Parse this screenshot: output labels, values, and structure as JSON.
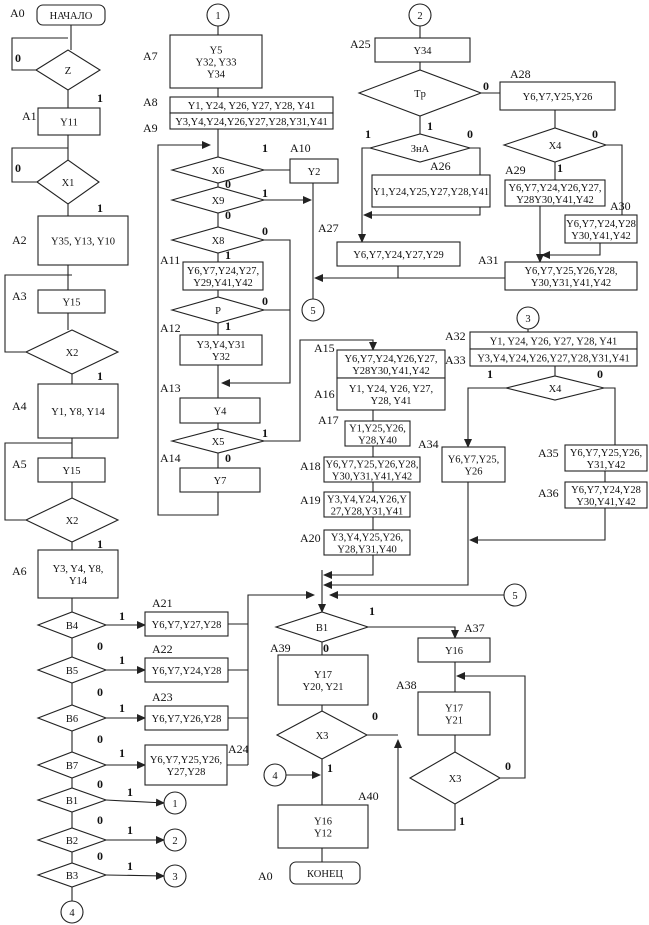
{
  "blocks": {
    "A0s": {
      "tag": "A0",
      "lines": [
        "НАЧАЛО"
      ]
    },
    "A1": {
      "tag": "A1",
      "lines": [
        "Y11"
      ]
    },
    "A2": {
      "tag": "A2",
      "lines": [
        "Y35, Y13, Y10"
      ]
    },
    "A3": {
      "tag": "A3",
      "lines": [
        "Y15"
      ]
    },
    "A4": {
      "tag": "A4",
      "lines": [
        "Y1, Y8, Y14"
      ]
    },
    "A5": {
      "tag": "A5",
      "lines": [
        "Y15"
      ]
    },
    "A6": {
      "tag": "A6",
      "lines": [
        "Y3, Y4, Y8,",
        "Y14"
      ]
    },
    "A7": {
      "tag": "A7",
      "lines": [
        "Y5",
        "Y32, Y33",
        "Y34"
      ]
    },
    "A8": {
      "tag": "A8",
      "lines": [
        "Y1, Y24, Y26, Y27, Y28, Y41"
      ]
    },
    "A9": {
      "tag": "A9",
      "lines": [
        "Y3,Y4,Y24,Y26,Y27,Y28,Y31,Y41"
      ]
    },
    "A10": {
      "tag": "A10",
      "lines": [
        "Y2"
      ]
    },
    "A11": {
      "tag": "A11",
      "lines": [
        "Y6,Y7,Y24,Y27,",
        "Y29,Y41,Y42"
      ]
    },
    "A12": {
      "tag": "A12",
      "lines": [
        "Y3,Y4,Y31",
        "Y32"
      ]
    },
    "A13": {
      "tag": "A13",
      "lines": [
        "Y4"
      ]
    },
    "A14": {
      "tag": "A14",
      "lines": [
        "Y7"
      ]
    },
    "A15": {
      "tag": "A15",
      "lines": [
        "Y6,Y7,Y24,Y26,Y27,",
        "Y28Y30,Y41,Y42"
      ]
    },
    "A16": {
      "tag": "A16",
      "lines": [
        "Y1, Y24, Y26, Y27,",
        "Y28, Y41"
      ]
    },
    "A17": {
      "tag": "A17",
      "lines": [
        "Y1,Y25,Y26,",
        "Y28,Y40"
      ]
    },
    "A18": {
      "tag": "A18",
      "lines": [
        "Y6,Y7,Y25,Y26,Y28,",
        "Y30,Y31,Y41,Y42"
      ]
    },
    "A19": {
      "tag": "A19",
      "lines": [
        "Y3,Y4,Y24,Y26,Y",
        "27,Y28,Y31,Y41"
      ]
    },
    "A20": {
      "tag": "A20",
      "lines": [
        "Y3,Y4,Y25,Y26,",
        "Y28,Y31,Y40"
      ]
    },
    "A21": {
      "tag": "A21",
      "lines": [
        "Y6,Y7,Y27,Y28"
      ]
    },
    "A22": {
      "tag": "A22",
      "lines": [
        "Y6,Y7,Y24,Y28"
      ]
    },
    "A23": {
      "tag": "A23",
      "lines": [
        "Y6,Y7,Y26,Y28"
      ]
    },
    "A24": {
      "tag": "A24",
      "lines": [
        "Y6,Y7,Y25,Y26,",
        "Y27,Y28"
      ]
    },
    "A25": {
      "tag": "A25",
      "lines": [
        "Y34"
      ]
    },
    "A26": {
      "tag": "A26",
      "lines": [
        "Y1,Y24,Y25,Y27,Y28,Y41"
      ]
    },
    "A27": {
      "tag": "A27",
      "lines": [
        "Y6,Y7,Y24,Y27,Y29"
      ]
    },
    "A28": {
      "tag": "A28",
      "lines": [
        "Y6,Y7,Y25,Y26"
      ]
    },
    "A29": {
      "tag": "A29",
      "lines": [
        "Y6,Y7,Y24,Y26,Y27,",
        "Y28Y30,Y41,Y42"
      ]
    },
    "A30": {
      "tag": "A30",
      "lines": [
        "Y6,Y7,Y24,Y28",
        "Y30,Y41,Y42"
      ]
    },
    "A31": {
      "tag": "A31",
      "lines": [
        "Y6,Y7,Y25,Y26,Y28,",
        "Y30,Y31,Y41,Y42"
      ]
    },
    "A32": {
      "tag": "A32",
      "lines": [
        "Y1, Y24, Y26, Y27, Y28, Y41"
      ]
    },
    "A33": {
      "tag": "A33",
      "lines": [
        "Y3,Y4,Y24,Y26,Y27,Y28,Y31,Y41"
      ]
    },
    "A34": {
      "tag": "A34",
      "lines": [
        "Y6,Y7,Y25,",
        "Y26"
      ]
    },
    "A35": {
      "tag": "A35",
      "lines": [
        "Y6,Y7,Y25,Y26,",
        "Y31,Y42"
      ]
    },
    "A36": {
      "tag": "A36",
      "lines": [
        "Y6,Y7,Y24,Y28",
        "Y30,Y41,Y42"
      ]
    },
    "A37": {
      "tag": "A37",
      "lines": [
        "Y16"
      ]
    },
    "A38": {
      "tag": "A38",
      "lines": [
        "Y17",
        "Y21"
      ]
    },
    "A39": {
      "tag": "A39",
      "lines": [
        "Y17",
        "Y20, Y21"
      ]
    },
    "A40": {
      "tag": "A40",
      "lines": [
        "Y16",
        "Y12"
      ]
    },
    "A0e": {
      "tag": "A0",
      "lines": [
        "КОНЕЦ"
      ]
    }
  },
  "conditions": {
    "Z": {
      "label": "Z",
      "true": "1",
      "false": "0"
    },
    "X1": {
      "label": "X1",
      "true": "1",
      "false": "0"
    },
    "X2a": {
      "label": "X2",
      "true": "1"
    },
    "X2b": {
      "label": "X2",
      "true": "1"
    },
    "B4": {
      "label": "B4",
      "true": "1",
      "false": "0"
    },
    "B5": {
      "label": "B5",
      "true": "1",
      "false": "0"
    },
    "B6": {
      "label": "B6",
      "true": "1",
      "false": "0"
    },
    "B7": {
      "label": "B7",
      "true": "1",
      "false": "0"
    },
    "B1a": {
      "label": "B1",
      "true": "1",
      "false": "0"
    },
    "B2": {
      "label": "B2",
      "true": "1",
      "false": "0"
    },
    "B3": {
      "label": "B3",
      "true": "1"
    },
    "X6": {
      "label": "X6",
      "true": "1",
      "false": "0"
    },
    "X9": {
      "label": "X9",
      "true": "1",
      "false": "0"
    },
    "X8": {
      "label": "X8",
      "true": "1",
      "false": "0"
    },
    "P": {
      "label": "P",
      "true": "1",
      "false": "0"
    },
    "X5": {
      "label": "X5",
      "true": "1",
      "false": "0"
    },
    "Tp": {
      "label": "Tp",
      "true": "1",
      "false": "0"
    },
    "ZnA": {
      "label": "ЗнА",
      "true": "1",
      "false": "0"
    },
    "X4a": {
      "label": "X4",
      "true": "1",
      "false": "0"
    },
    "X4b": {
      "label": "X4",
      "true": "1",
      "false": "0"
    },
    "B1b": {
      "label": "B1",
      "true": "1",
      "false": "0"
    },
    "X3a": {
      "label": "X3",
      "true": "1",
      "false": "0"
    },
    "X3b": {
      "label": "X3",
      "true": "1",
      "false": "0"
    }
  },
  "connectors": {
    "c1top": "1",
    "c2top": "2",
    "c5a": "5",
    "c3top": "3",
    "c5b": "5",
    "c1b": "1",
    "c2b": "2",
    "c3b": "3",
    "c4b": "4",
    "c4m": "4"
  }
}
